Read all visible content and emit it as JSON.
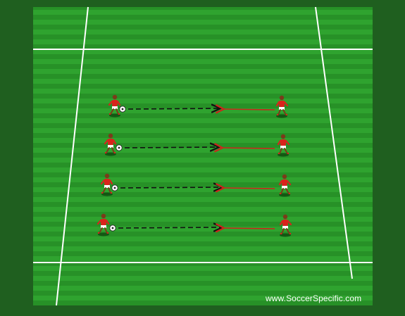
{
  "diagram": {
    "colors": {
      "background": "#1f5f1f",
      "stripe_light": "#2fa32f",
      "stripe_dark": "#279127",
      "field_line": "#ffffff",
      "pass_arrow": "#111111",
      "return_arrow": "#c8281c",
      "player_kit": "#d8241c",
      "player_shorts": "#ffffff",
      "ball": "#ffffff"
    },
    "icons": {
      "passer": "soccer-player-with-ball-icon",
      "receiver": "soccer-player-icon",
      "ball": "soccer-ball-icon"
    },
    "pairs": [
      {
        "pass": "dashed",
        "return": "solid"
      },
      {
        "pass": "dashed",
        "return": "solid"
      },
      {
        "pass": "dashed",
        "return": "solid"
      },
      {
        "pass": "dashed",
        "return": "solid"
      }
    ]
  },
  "watermark": "www.SoccerSpecific.com"
}
